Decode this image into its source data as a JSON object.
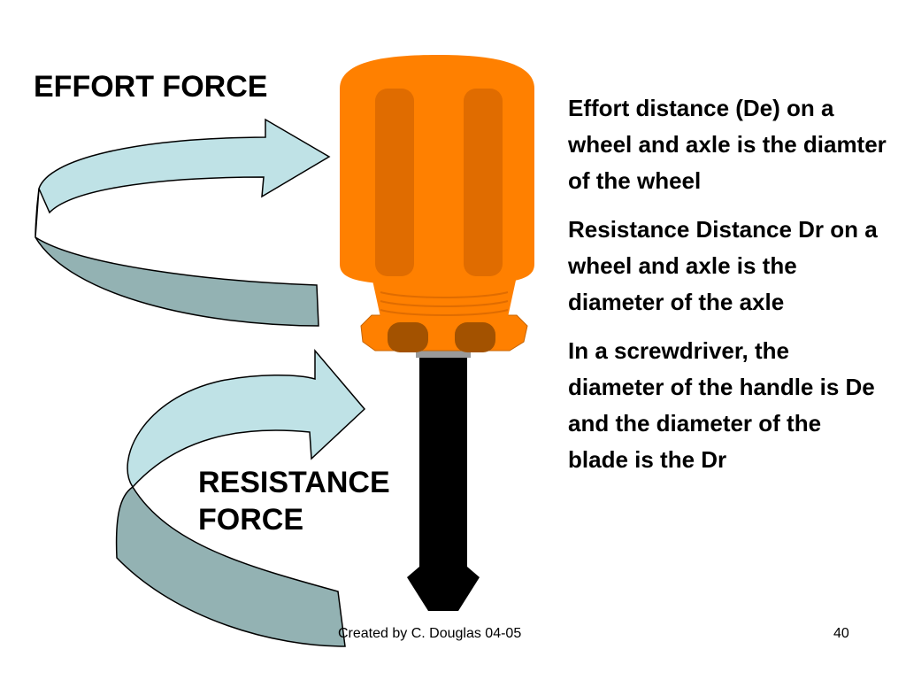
{
  "slide": {
    "effort_label": "EFFORT FORCE",
    "resistance_label_line1": "RESISTANCE",
    "resistance_label_line2": "FORCE",
    "paragraphs": [
      "Effort distance (De) on a wheel and axle is the diamter of the wheel",
      "Resistance Distance Dr on a wheel and axle is the diameter of the axle",
      "In a screwdriver, the diameter of the handle is De and the diameter of the blade is the Dr"
    ],
    "footer_credit": "Created by C. Douglas  04-05",
    "page_number": "40"
  },
  "colors": {
    "handle_orange": "#ff8000",
    "handle_groove": "#e06c00",
    "collar_dark": "#a35200",
    "shaft": "#000000",
    "ferrule": "#9a9a9a",
    "arrow_light": "#bfe2e6",
    "arrow_dark": "#93b2b3"
  },
  "icons": [
    "curved-arrow-icon",
    "screwdriver-icon"
  ]
}
